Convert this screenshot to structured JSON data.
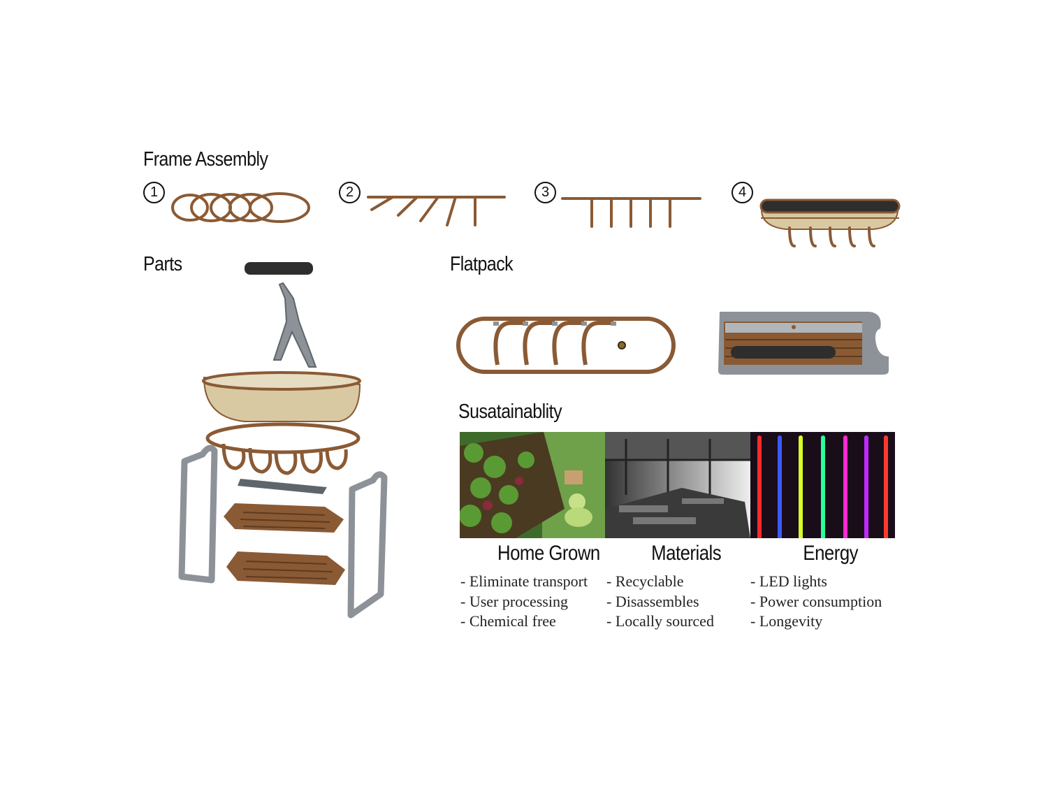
{
  "frame_assembly": {
    "title": "Frame Assembly",
    "steps": [
      "1",
      "2",
      "3",
      "4"
    ]
  },
  "parts": {
    "title": "Parts"
  },
  "flatpack": {
    "title": "Flatpack"
  },
  "sustainability": {
    "title": "Susatainablity",
    "columns": [
      {
        "title": "Home Grown",
        "items": [
          "Eliminate transport",
          "User processing",
          "Chemical free"
        ]
      },
      {
        "title": "Materials",
        "items": [
          "Recyclable",
          "Disassembles",
          "Locally sourced"
        ]
      },
      {
        "title": "Energy",
        "items": [
          "LED lights",
          "Power consumption",
          "Longevity"
        ]
      }
    ]
  },
  "colors": {
    "wood": "#8a5a34",
    "steel": "#8c9297",
    "fabric": "#d9c9a3",
    "dark": "#2e2e2e"
  }
}
